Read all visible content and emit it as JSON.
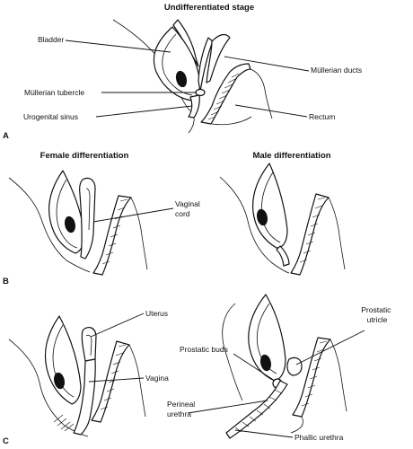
{
  "titles": {
    "undifferentiated": "Undifferentiated stage",
    "female": "Female differentiation",
    "male": "Male differentiation"
  },
  "panels": {
    "a": "A",
    "b": "B",
    "c": "C"
  },
  "labels": {
    "bladder": "Bladder",
    "mullerian_ducts": "Müllerian ducts",
    "mullerian_tubercle": "Müllerian tubercle",
    "urogenital_sinus": "Urogenital sinus",
    "rectum": "Rectum",
    "vaginal_cord": [
      "Vaginal",
      "cord"
    ],
    "uterus": "Uterus",
    "vagina": "Vagina",
    "prostatic_utricle": [
      "Prostatic",
      "utricle"
    ],
    "prostatic_buds": "Prostatic buds",
    "perineal_urethra": [
      "Perineal",
      "urethra"
    ],
    "phallic_urethra": "Phallic urethra"
  }
}
